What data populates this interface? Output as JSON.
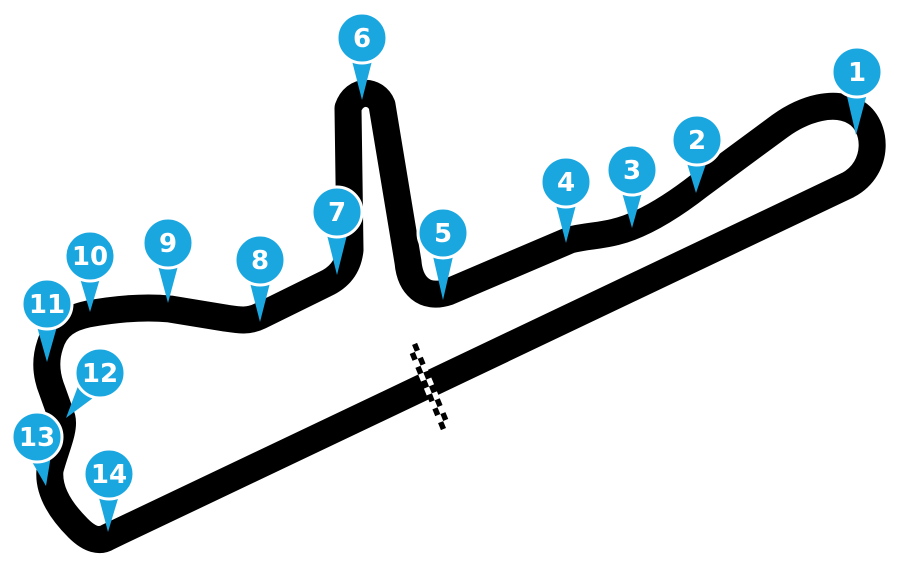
{
  "map": {
    "colors": {
      "track": "#000000",
      "marker": "#1aa7e0",
      "marker_text": "#ffffff",
      "background": "#ffffff"
    },
    "start_finish_line": {
      "pattern": "checkered"
    },
    "turns": [
      {
        "label": "1"
      },
      {
        "label": "2"
      },
      {
        "label": "3"
      },
      {
        "label": "4"
      },
      {
        "label": "5"
      },
      {
        "label": "6"
      },
      {
        "label": "7"
      },
      {
        "label": "8"
      },
      {
        "label": "9"
      },
      {
        "label": "10"
      },
      {
        "label": "11"
      },
      {
        "label": "12"
      },
      {
        "label": "13"
      },
      {
        "label": "14"
      }
    ]
  }
}
